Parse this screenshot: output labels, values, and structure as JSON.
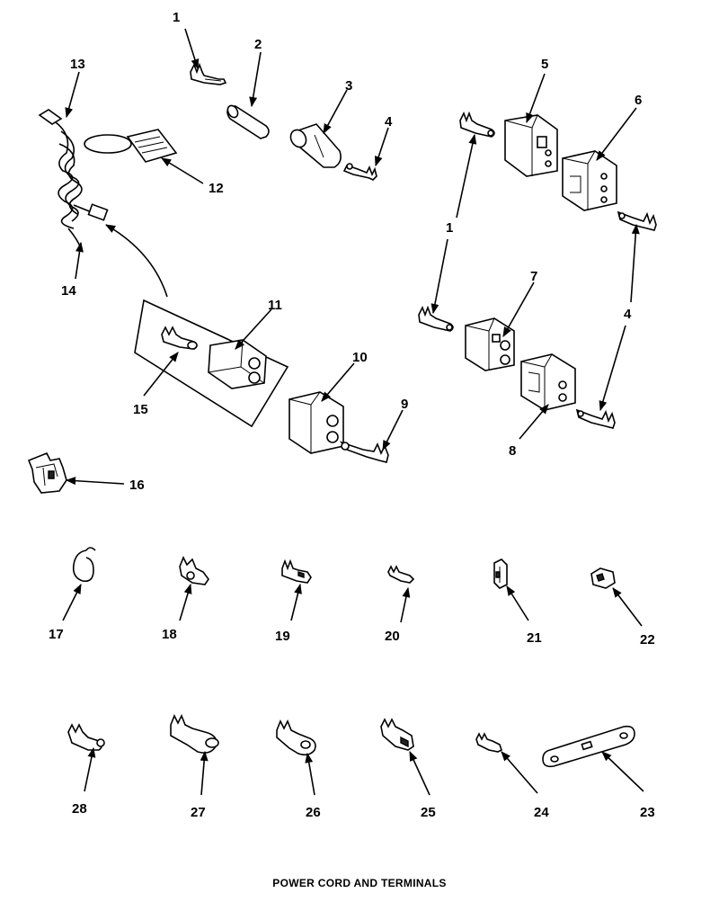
{
  "caption": "POWER CORD AND TERMINALS",
  "callouts": {
    "c1": "1",
    "c1b": "1",
    "c2": "2",
    "c3": "3",
    "c4": "4",
    "c4b": "4",
    "c5": "5",
    "c6": "6",
    "c7": "7",
    "c8": "8",
    "c9": "9",
    "c10": "10",
    "c11": "11",
    "c12": "12",
    "c13": "13",
    "c14": "14",
    "c15": "15",
    "c16": "16",
    "c17": "17",
    "c18": "18",
    "c19": "19",
    "c20": "20",
    "c21": "21",
    "c22": "22",
    "c23": "23",
    "c24": "24",
    "c25": "25",
    "c26": "26",
    "c27": "27",
    "c28": "28"
  }
}
